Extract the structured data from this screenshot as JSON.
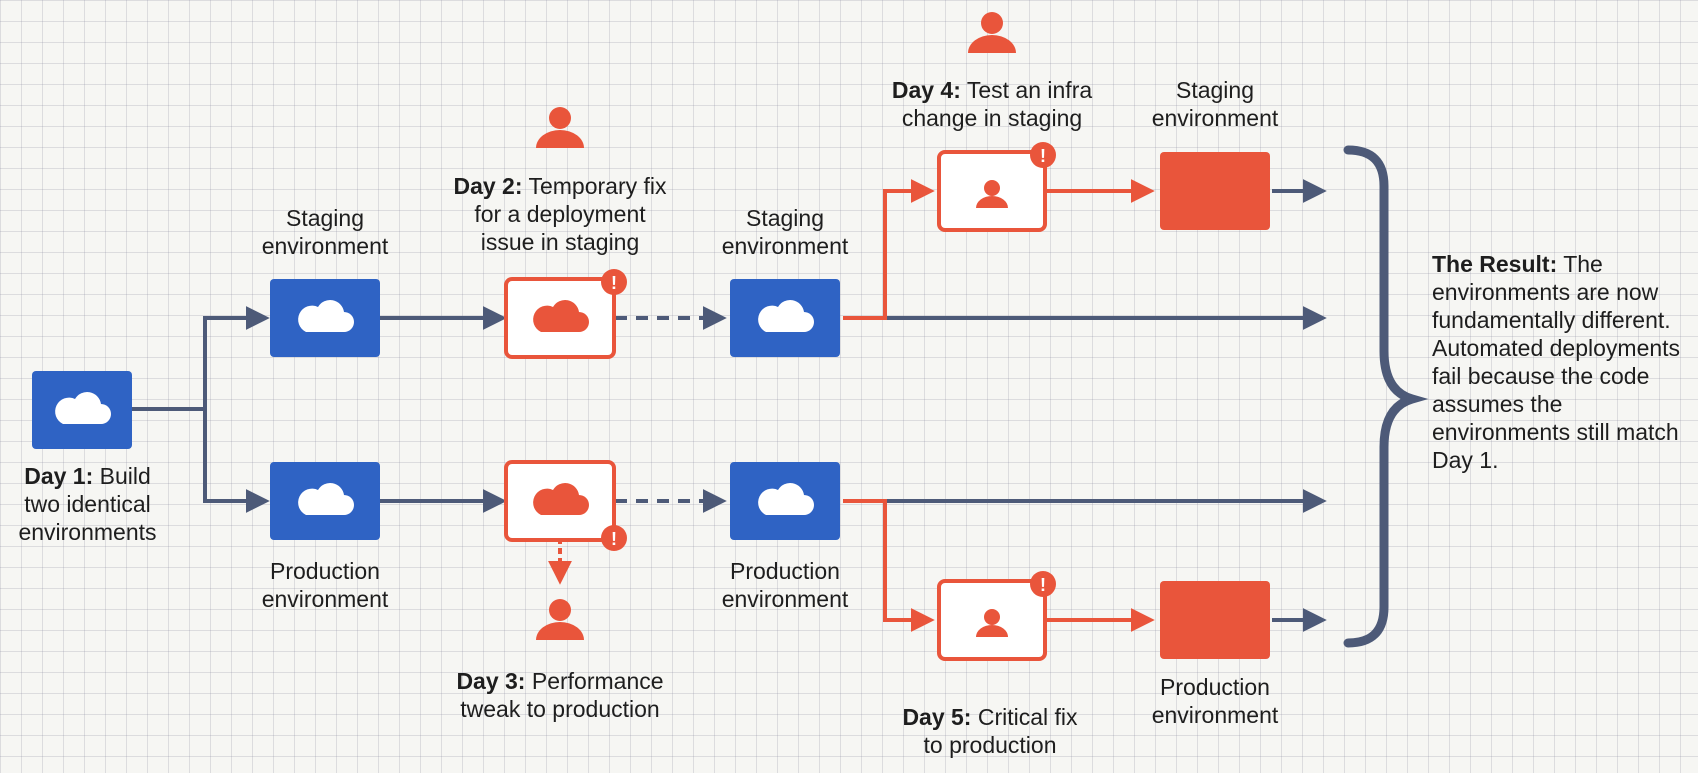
{
  "colors": {
    "blue": "#2f63c4",
    "orange": "#e9553b",
    "wire_gray": "#4d5a78",
    "badge_text": "#ffffff"
  },
  "labels": {
    "day1_prefix": "Day 1:",
    "day1_line1_rest": "Build",
    "day1_line2": "two identical",
    "day1_line3": "environments",
    "staging1_line1": "Staging",
    "staging1_line2": "environment",
    "production1_line1": "Production",
    "production1_line2": "environment",
    "day2_prefix": "Day 2:",
    "day2_line1_rest": "Temporary fix",
    "day2_line2": "for a deployment",
    "day2_line3": "issue in staging",
    "day3_prefix": "Day 3:",
    "day3_line1_rest": "Performance",
    "day3_line2": "tweak to production",
    "staging2_line1": "Staging",
    "staging2_line2": "environment",
    "production2_line1": "Production",
    "production2_line2": "environment",
    "day4_prefix": "Day 4:",
    "day4_line1_rest": "Test an infra",
    "day4_line2": "change in staging",
    "staging3_line1": "Staging",
    "staging3_line2": "environment",
    "day5_prefix": "Day 5:",
    "day5_line1_rest": "Critical fix",
    "day5_line2": "to production",
    "production3_line1": "Production",
    "production3_line2": "environment",
    "result_prefix": "The Result:",
    "result_text": "The environments are now fundamentally different. Automated deployments fail because the code assumes the environments still match Day 1."
  },
  "badge_glyph": "!",
  "icons": {
    "cloud": "cloud-icon",
    "person": "person-icon",
    "warning": "warning-badge-icon"
  }
}
